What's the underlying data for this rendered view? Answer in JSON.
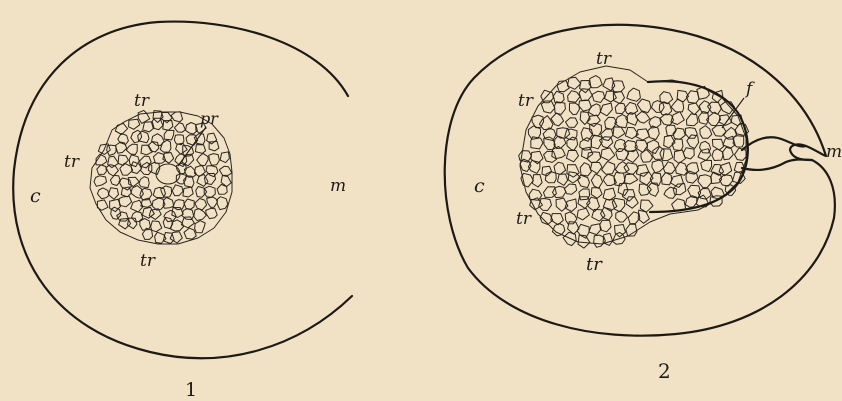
{
  "figures": [
    {
      "number": "1",
      "labels": {
        "c": "c",
        "m": "m",
        "pr": "pr",
        "tr": "tr"
      }
    },
    {
      "number": "2",
      "labels": {
        "c": "c",
        "m": "m",
        "f": "f",
        "tr": "tr"
      }
    }
  ],
  "colors": {
    "paper": "#f1e2c6",
    "ink": "#1d1a16"
  }
}
